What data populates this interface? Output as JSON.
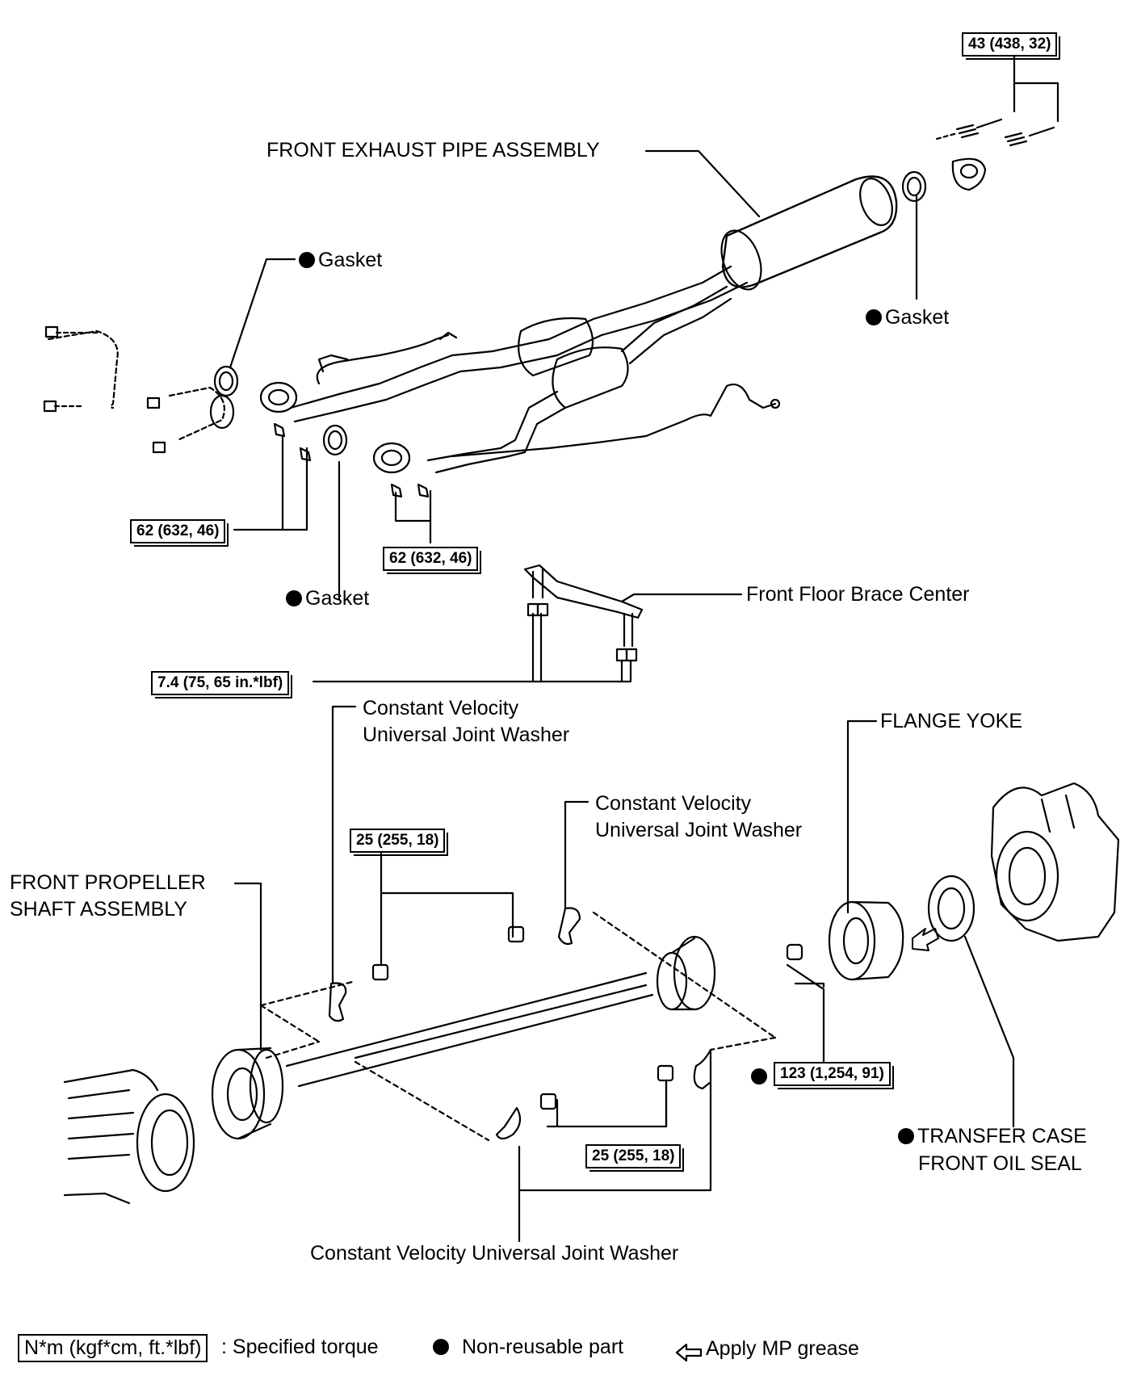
{
  "labels": {
    "front_exhaust_pipe": "FRONT EXHAUST PIPE ASSEMBLY",
    "gasket": "Gasket",
    "front_floor_brace_center": "Front Floor Brace Center",
    "cv_washer_line1": "Constant Velocity",
    "cv_washer_line2": "Universal Joint Washer",
    "cv_washer_single": "Constant Velocity Universal Joint Washer",
    "flange_yoke": "FLANGE YOKE",
    "front_propeller_line1": "FRONT PROPELLER",
    "front_propeller_line2": "SHAFT ASSEMBLY",
    "transfer_seal_line1": "TRANSFER CASE",
    "transfer_seal_line2": "FRONT OIL SEAL"
  },
  "torques": {
    "exhaust_rear": "43 (438, 32)",
    "exhaust_left": "62 (632, 46)",
    "exhaust_right": "62 (632, 46)",
    "brace": "7.4 (75, 65 in.*lbf)",
    "cv_upper": "25 (255, 18)",
    "cv_lower": "25 (255, 18)",
    "yoke_nut": "123 (1,254, 91)"
  },
  "legend": {
    "torque_unit": "N*m (kgf*cm, ft.*lbf)",
    "torque_desc": ": Specified torque",
    "nonreusable": "Non-reusable part",
    "grease": "Apply MP grease"
  },
  "icons": {
    "nonreusable": "filled-circle-icon",
    "grease": "hollow-arrow-left-icon"
  }
}
